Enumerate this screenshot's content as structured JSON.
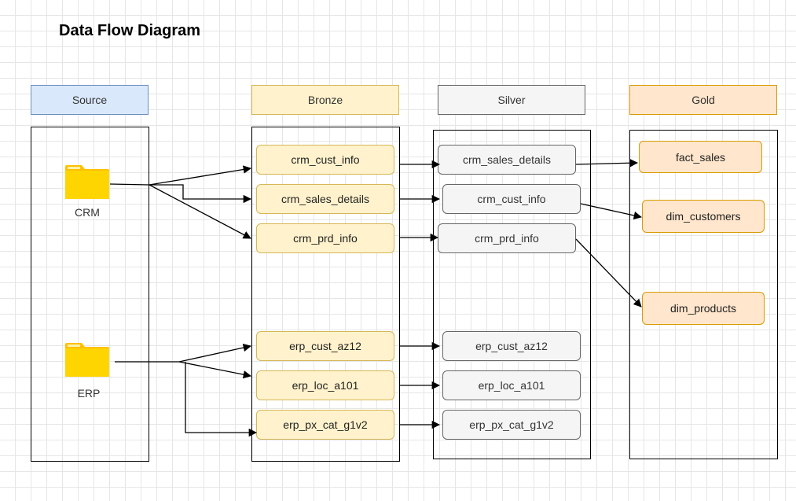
{
  "title": "Data Flow Diagram",
  "layers": {
    "source": "Source",
    "bronze": "Bronze",
    "silver": "Silver",
    "gold": "Gold"
  },
  "sources": {
    "crm": "CRM",
    "erp": "ERP"
  },
  "bronze_nodes": [
    "crm_cust_info",
    "crm_sales_details",
    "crm_prd_info",
    "erp_cust_az12",
    "erp_loc_a101",
    "erp_px_cat_g1v2"
  ],
  "silver_nodes": [
    "crm_sales_details",
    "crm_cust_info",
    "crm_prd_info",
    "erp_cust_az12",
    "erp_loc_a101",
    "erp_px_cat_g1v2"
  ],
  "gold_nodes": [
    "fact_sales",
    "dim_customers",
    "dim_products"
  ],
  "colors": {
    "source_fill": "#dae8fc",
    "bronze_fill": "#fff2cc",
    "silver_fill": "#f5f5f5",
    "gold_fill": "#ffe6cc",
    "folder": "#ffd500"
  },
  "icons": [
    "folder-icon"
  ]
}
